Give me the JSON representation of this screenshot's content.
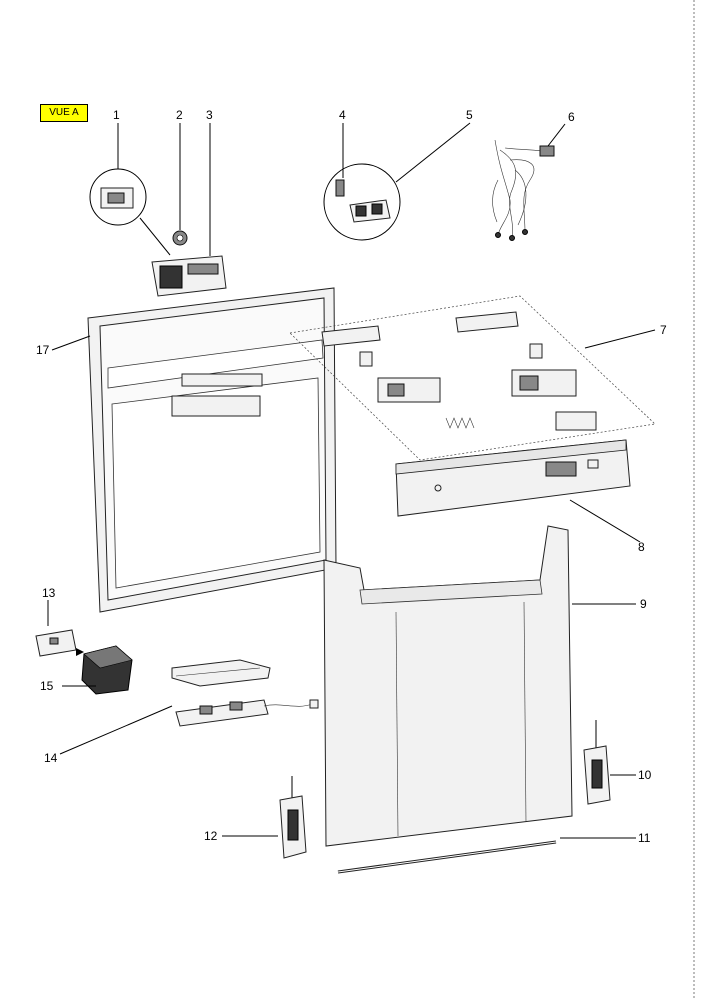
{
  "view_label": "VUE A",
  "callouts": [
    "1",
    "2",
    "3",
    "4",
    "5",
    "6",
    "7",
    "8",
    "9",
    "10",
    "11",
    "12",
    "13",
    "14",
    "15",
    "17"
  ]
}
